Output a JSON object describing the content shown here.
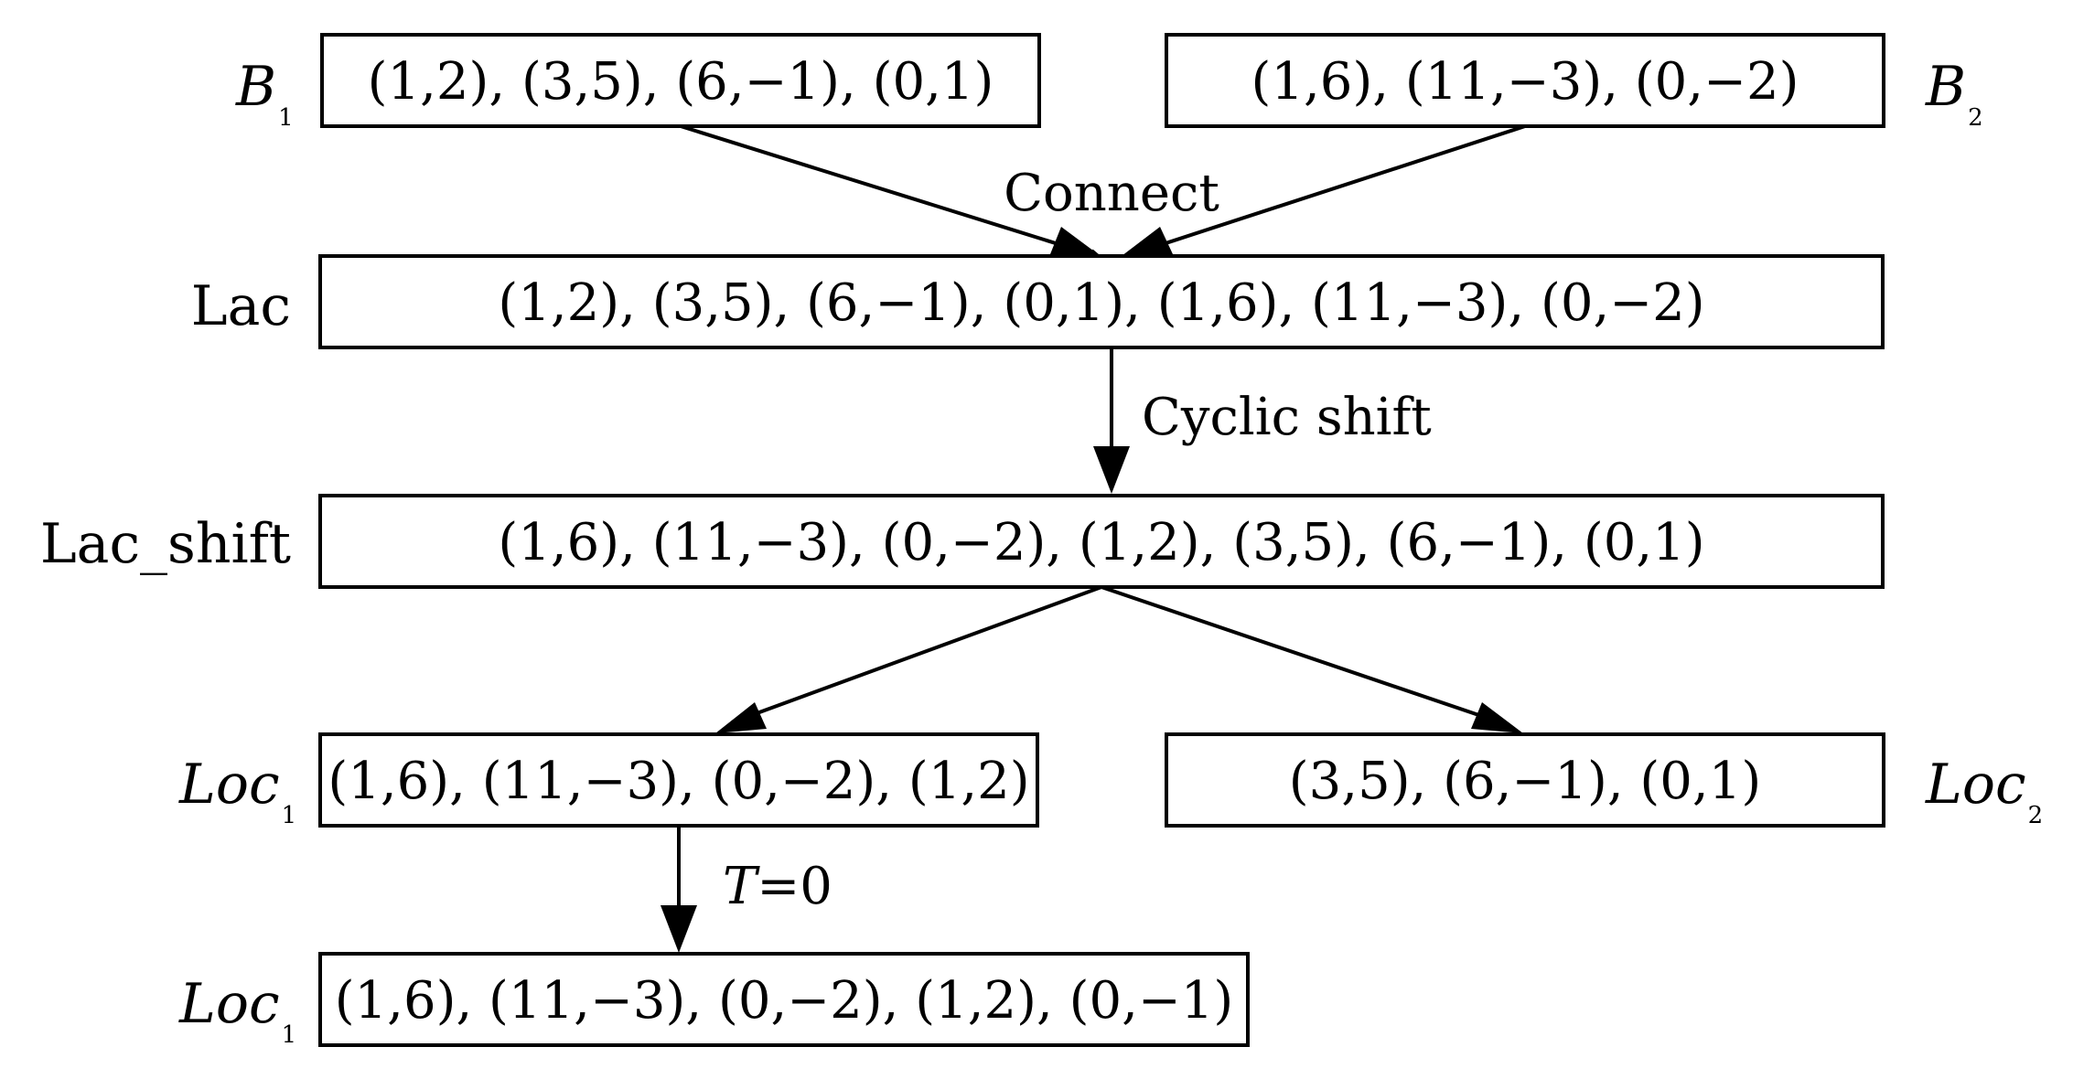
{
  "boxes": {
    "b1": "(1,2), (3,5), (6,−1), (0,1)",
    "b2": "(1,6), (11,−3), (0,−2)",
    "lac": "(1,2), (3,5), (6,−1), (0,1), (1,6), (11,−3), (0,−2)",
    "lac_shift": "(1,6), (11,−3), (0,−2), (1,2), (3,5), (6,−1), (0,1)",
    "loc1": "(1,6), (11,−3), (0,−2), (1,2)",
    "loc2": "(3,5), (6,−1), (0,1)",
    "loc1_final": "(1,6), (11,−3), (0,−2), (1,2), (0,−1)"
  },
  "labels": {
    "b1": {
      "main": "B",
      "sub": "1"
    },
    "b2": {
      "main": "B",
      "sub": "2"
    },
    "lac": "Lac",
    "lac_shift": "Lac_shift",
    "loc1": {
      "main": "Loc",
      "sub": "1"
    },
    "loc2": {
      "main": "Loc",
      "sub": "2"
    },
    "loc1_final": {
      "main": "Loc",
      "sub": "1"
    }
  },
  "edges": {
    "connect": "Connect",
    "cyclic_shift": "Cyclic shift",
    "threshold_var": "T",
    "threshold_eq": "=0"
  }
}
